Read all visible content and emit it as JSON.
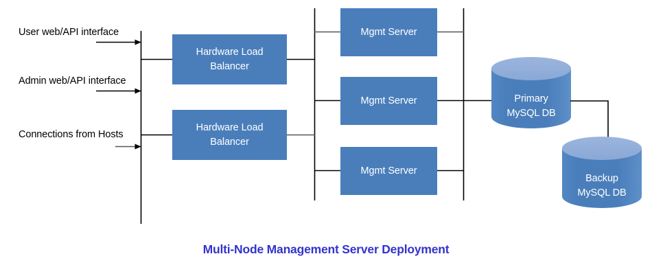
{
  "title": {
    "text": "Multi-Node Management Server Deployment",
    "color": "#3333CC"
  },
  "colors": {
    "node_fill": "#4A7EBB",
    "cylinder_body": "#4A7EBB",
    "cylinder_top": "#92AEDA",
    "line": "#000000",
    "label_text": "#000000",
    "node_text": "#FFFFFF"
  },
  "inputs": [
    {
      "id": "user-web-api",
      "line1": "User web/API",
      "line2": "interface"
    },
    {
      "id": "admin-web-api",
      "line1": "Admin web/API",
      "line2": "interface"
    },
    {
      "id": "host-connections",
      "line1": "Connections from",
      "line2": "Hosts"
    }
  ],
  "load_balancers": [
    {
      "id": "hardware-load-balancer-1",
      "line1": "Hardware Load",
      "line2": "Balancer"
    },
    {
      "id": "hardware-load-balancer-2",
      "line1": "Hardware Load",
      "line2": "Balancer"
    }
  ],
  "mgmt_servers": [
    {
      "id": "mgmt-server-1",
      "label": "Mgmt Server"
    },
    {
      "id": "mgmt-server-2",
      "label": "Mgmt Server"
    },
    {
      "id": "mgmt-server-3",
      "label": "Mgmt Server"
    }
  ],
  "databases": [
    {
      "id": "primary-mysql-db",
      "line1": "Primary",
      "line2": "MySQL DB"
    },
    {
      "id": "backup-mysql-db",
      "line1": "Backup",
      "line2": "MySQL DB"
    }
  ]
}
